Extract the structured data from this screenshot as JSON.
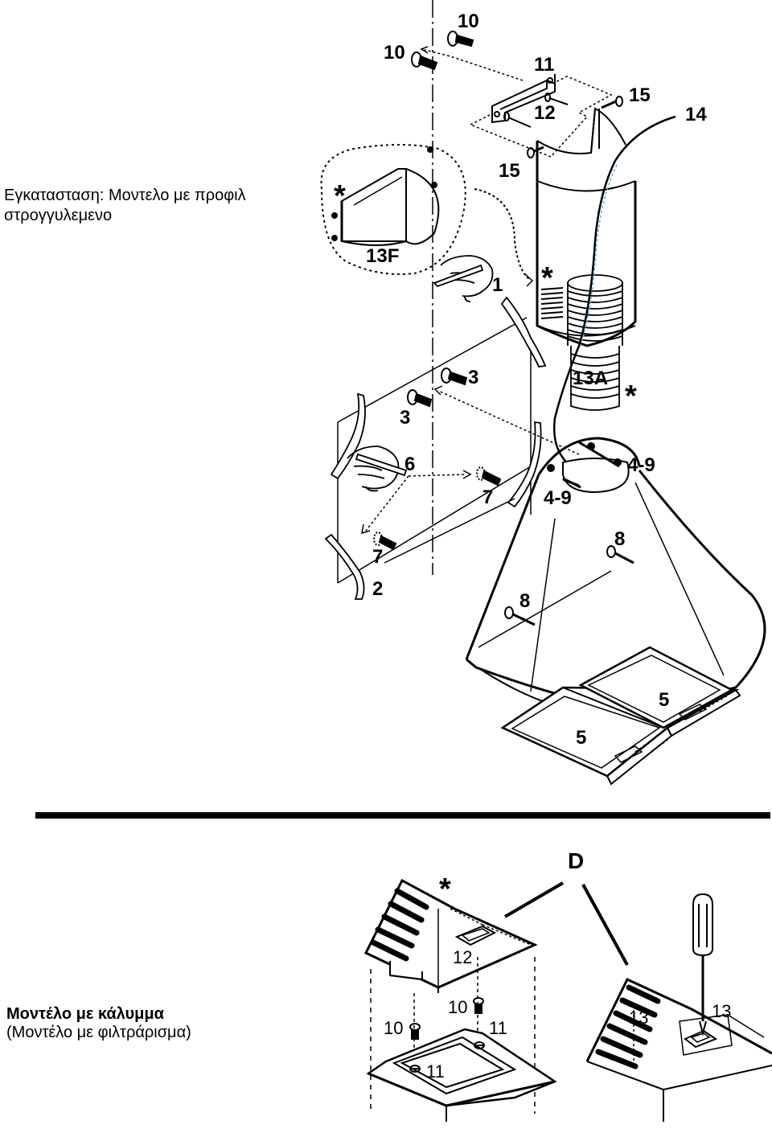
{
  "captions": {
    "install_line1": "Εγκατασταση: Μοντελο με προφιλ",
    "install_line2": "στρογγυλεμενο",
    "model_cover": "Μοντέλο με κάλυμμα",
    "model_filter": "(Μοντέλο με φιλτράρισμα)"
  },
  "labels": {
    "l10a": "10",
    "l10b": "10",
    "l11": "11",
    "l12": "12",
    "l15a": "15",
    "l14": "14",
    "l15b": "15",
    "l13F": "13F",
    "l1": "1",
    "l3a": "3",
    "l3b": "3",
    "l13A": "13A",
    "l6": "6",
    "l7a": "7",
    "l49a": "4-9",
    "l49b": "4-9",
    "l7b": "7",
    "l2": "2",
    "l8a": "8",
    "l8b": "8",
    "l5a": "5",
    "l5b": "5",
    "D": "D",
    "b12": "12",
    "b10a": "10",
    "b10b": "10",
    "b11a": "11",
    "b11b": "11",
    "b13a": "13",
    "b13b": "13"
  },
  "stars": [
    "*",
    "*",
    "*",
    "*"
  ],
  "colors": {
    "line": "#000000",
    "cable_highlight": "#5fa8d8",
    "background": "#ffffff"
  }
}
